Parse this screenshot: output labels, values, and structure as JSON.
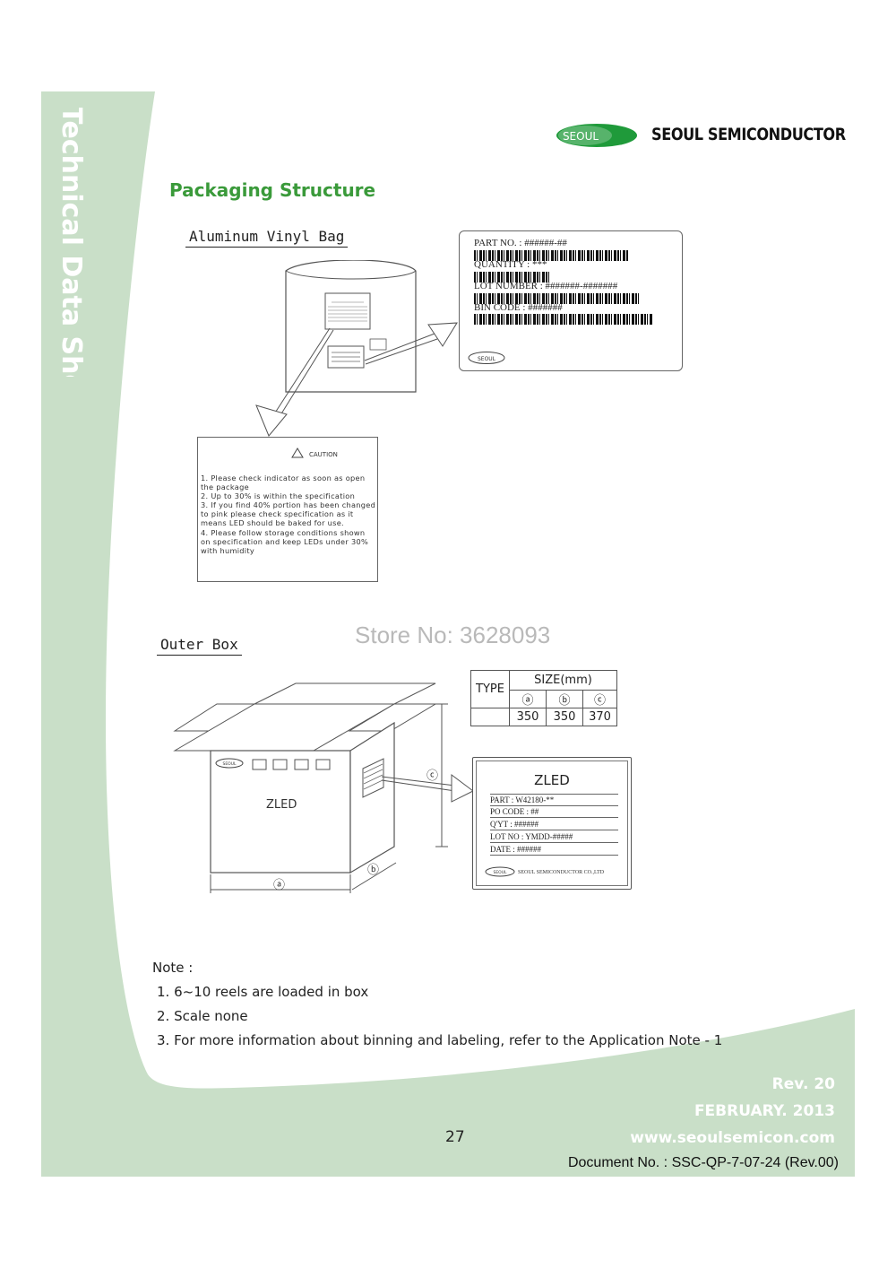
{
  "header": {
    "side_title": "Technical Data Sheet",
    "logo_badge": "SEOUL",
    "company": "SEOUL SEMICONDUCTOR"
  },
  "section_title": "Packaging Structure",
  "bag": {
    "label": "Aluminum Vinyl Bag",
    "product_label": {
      "part_no": "PART NO. : ######-##",
      "quantity": "QUANTITY : ***",
      "lot_number": "LOT NUMBER : #######-#######",
      "bin_code": "BIN CODE : #######",
      "logo": "SEOUL"
    },
    "caution": {
      "heading": "CAUTION",
      "text": "1. Please check indicator as soon as open the package\n2. Up to 30% is within the specification\n3. If you find 40% portion has been changed to pink please check specification as it means LED should be baked for use.\n4. Please follow storage conditions shown on specification and keep LEDs under 30% with humidity"
    }
  },
  "watermark": "Store No: 3628093",
  "outer_box": {
    "label": "Outer Box",
    "box_brand": "ZLED",
    "box_logo": "SEOUL",
    "dim_a": "ⓐ",
    "dim_b": "ⓑ",
    "dim_c": "ⓒ",
    "size_table": {
      "type_header": "TYPE",
      "size_header": "SIZE(mm)",
      "cols": [
        "ⓐ",
        "ⓑ",
        "ⓒ"
      ],
      "values": [
        "350",
        "350",
        "370"
      ]
    },
    "box_label": {
      "title": "ZLED",
      "rows": [
        "PART    : W42180-**",
        "PO CODE   : ##",
        "Q'YT     : ######",
        "LOT NO  : YMDD-#####",
        "DATE     : ######"
      ],
      "footer": "SEOUL SEMICONDUCTOR CO.,LTD",
      "logo": "SEOUL"
    }
  },
  "notes": {
    "heading": "Note :",
    "items": [
      "1. 6~10 reels  are loaded in box",
      "2. Scale none",
      "3. For more information about binning and labeling, refer to the Application Note - 1"
    ]
  },
  "footer": {
    "rev": "Rev. 20",
    "date": "FEBRUARY. 2013",
    "website": "www.seoulsemicon.com",
    "page_number": "27",
    "document_no": "Document No. : SSC-QP-7-07-24 (Rev.00)"
  },
  "colors": {
    "green_band": "#c9dfc8",
    "title_green": "#3a9a3a",
    "logo_green": "#1f9a3a"
  }
}
